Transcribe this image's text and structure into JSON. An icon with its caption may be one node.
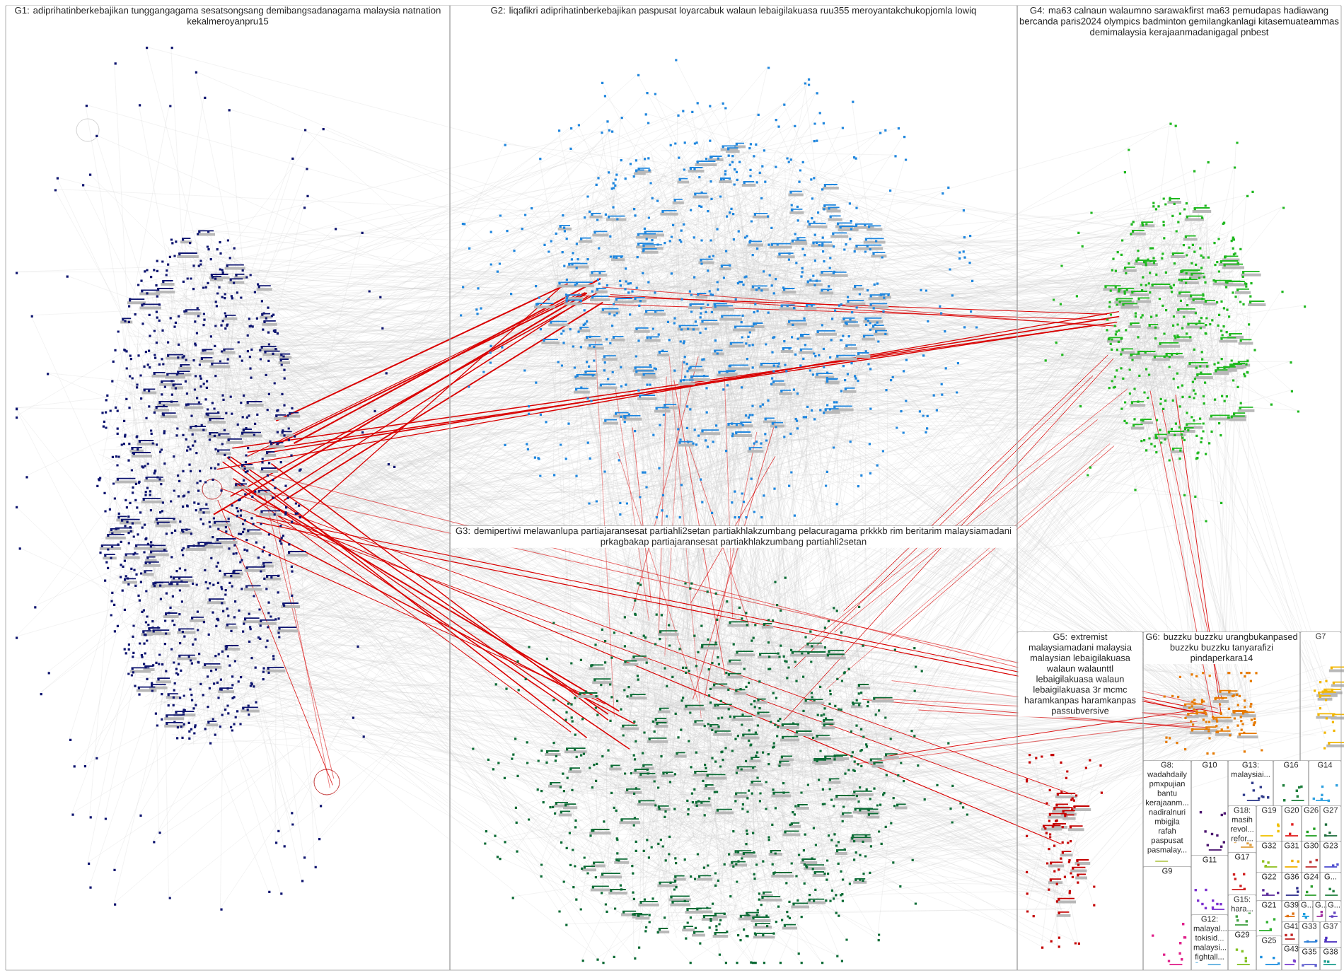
{
  "diagram": {
    "nodes": [
      {
        "text": [
          "G1: adiprihatinberkebajikan tunggangagama sesatsongsang demibangsadanagama malaysia natnation kekalmeroyanpru15"
        ]
      },
      {
        "text": [
          "G2: liqafikri adiprihatinberkebajikan paspusat loyarcabuk walaun lebaigilakuasa ruu355 meroyantakchukopjomla lowiq"
        ]
      },
      {
        "text": [
          "G4: ma63 calnaun walaumno sarawakfirst ma63 pemudapas hadiawang bercanda paris2024 olympics badminton gemilangkanlagi kitasemuateammas demimalaysia kerajaanmadanigagal pnbest"
        ]
      },
      {
        "text": [
          "G3: demipertiwi melawanlupa partiajaransesat partiahli2setan partiakhlakzumbang pelacuragama prkkkb rim beritarim malaysiamadani prkagbakap partiajaransesat partiakhlakzumbang partiahli2setan"
        ]
      },
      {
        "text": [
          "G5: extremist malaysiamadani malaysia malaysian lebaigilakuasa walaun walaunttl lebaigilakuasa walaun lebaigilakuasa 3r mcmc haramkanpas haramkanpas passubversive"
        ]
      },
      {
        "text": [
          "G6: buzzku buzzku urangbukanpased buzzku buzzku tanyarafizi pindaperkara14"
        ]
      },
      {
        "text": [
          "G7"
        ]
      },
      {
        "text": [
          "G8: wadahdaily pmxpujian bantu kerajaanm... nadiralnuri mbigjla rafah paspusat pasmalay..."
        ]
      },
      {
        "text": [
          "G10"
        ]
      },
      {
        "text": [
          "G13: malaysiai..."
        ]
      },
      {
        "text": [
          "G16"
        ]
      },
      {
        "text": [
          "G14"
        ]
      },
      {
        "text": [
          "G18: masih revol... refor..."
        ]
      },
      {
        "text": [
          "G19"
        ]
      },
      {
        "text": [
          "G20"
        ]
      },
      {
        "text": [
          "G26"
        ]
      },
      {
        "text": [
          "G27"
        ]
      },
      {
        "text": [
          "G32"
        ]
      },
      {
        "text": [
          "G31"
        ]
      },
      {
        "text": [
          "G30"
        ]
      },
      {
        "text": [
          "G23"
        ]
      },
      {
        "text": [
          "G17"
        ]
      },
      {
        "text": [
          "G11"
        ]
      },
      {
        "text": [
          "G9"
        ]
      },
      {
        "text": [
          "G22"
        ]
      },
      {
        "text": [
          "G36"
        ]
      },
      {
        "text": [
          "G24"
        ]
      },
      {
        "text": [
          "G..."
        ]
      },
      {
        "text": [
          "G15: hara..."
        ]
      },
      {
        "text": [
          "G21"
        ]
      },
      {
        "text": [
          "G39"
        ]
      },
      {
        "text": [
          "G..."
        ]
      },
      {
        "text": [
          "G..."
        ]
      },
      {
        "text": [
          "G..."
        ]
      },
      {
        "text": [
          "G12: malayal... tokisid... malaysi... fightall..."
        ]
      },
      {
        "text": [
          "G41"
        ]
      },
      {
        "text": [
          "G33"
        ]
      },
      {
        "text": [
          "G37"
        ]
      },
      {
        "text": [
          "G29"
        ]
      },
      {
        "text": [
          "G25"
        ]
      },
      {
        "text": [
          "G43"
        ]
      },
      {
        "text": [
          "G35"
        ]
      },
      {
        "text": [
          "G38"
        ]
      }
    ]
  }
}
